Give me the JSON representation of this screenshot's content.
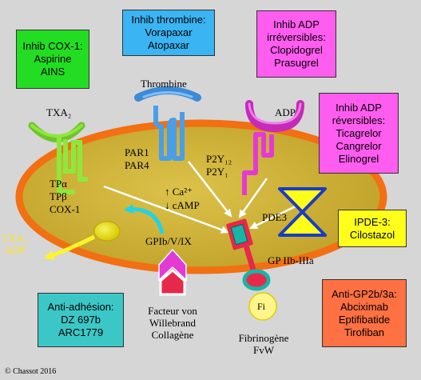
{
  "diagram": {
    "boxes": {
      "cox": {
        "lines": [
          "Inhib COX-1:",
          "Aspirine",
          "AINS"
        ],
        "color": "#22dd22"
      },
      "thrombin_inhib": {
        "lines": [
          "Inhib thrombine:",
          "Vorapaxar",
          "Atopaxar"
        ],
        "color": "#3ab4f2"
      },
      "adp_irrev": {
        "lines": [
          "Inhib ADP",
          "irréversibles:",
          "Clopidogrel",
          "Prasugrel"
        ],
        "color": "#ff5cf0"
      },
      "adp_rev": {
        "lines": [
          "Inhib ADP",
          "réversibles:",
          "Ticagrelor",
          "Cangrelor",
          "Elinogrel"
        ],
        "color": "#ff5cf0"
      },
      "ipde": {
        "lines": [
          "IPDE-3:",
          "Cilostazol"
        ],
        "color": "#ffff1a"
      },
      "gp2b3a": {
        "lines": [
          "Anti-GP2b/3a:",
          "Abciximab",
          "Eptifibatide",
          "Tirofiban"
        ],
        "color": "#ff7043"
      },
      "adhesion": {
        "lines": [
          "Anti-adhésion:",
          "DZ 697b",
          "ARC1779"
        ],
        "color": "#3cc7c7"
      }
    },
    "labels": {
      "txa2": "TXA₂",
      "thrombine": "Thrombine",
      "adp": "ADP",
      "par1": "PAR1",
      "par4": "PAR4",
      "p2y12": "P2Y₁₂",
      "p2y1": "P2Y₁",
      "tp_alpha": "TPα",
      "tp_beta": "TPβ",
      "cox1": "COX-1",
      "ca": "↑ Ca²⁺",
      "camp": "↓ cAMP",
      "pde3": "PDE3",
      "gpib": "GPIb/V/IX",
      "gp2b3a": "GP IIb-IIIa",
      "fi": "Fi",
      "out_txa2": "TXA₂",
      "out_adp": "ADP",
      "vwf": [
        "Facteur von",
        "Willebrand",
        "Collagène"
      ],
      "fibrinogen": [
        "Fibrinogène",
        "FvW"
      ],
      "copyright": "© Chassot 2016"
    },
    "colors": {
      "background": "#d6d6d6",
      "cell_fill": "#cfb233",
      "cell_border": "#f26f12",
      "tp_receptor": "#8ee83c",
      "par_receptor": "#4a9ee8",
      "p2y_receptor": "#e33ad6",
      "gpib_receptor": "#e33ad6",
      "gp2b3a_receptor": "#e6284a",
      "granule": "#e0e000",
      "release_arrow": "#fff42a",
      "cyan_arrow": "#22d3e6",
      "pde_bowtie": "#ffff1a",
      "pde_bowtie_edge": "#1a3cc4"
    }
  }
}
